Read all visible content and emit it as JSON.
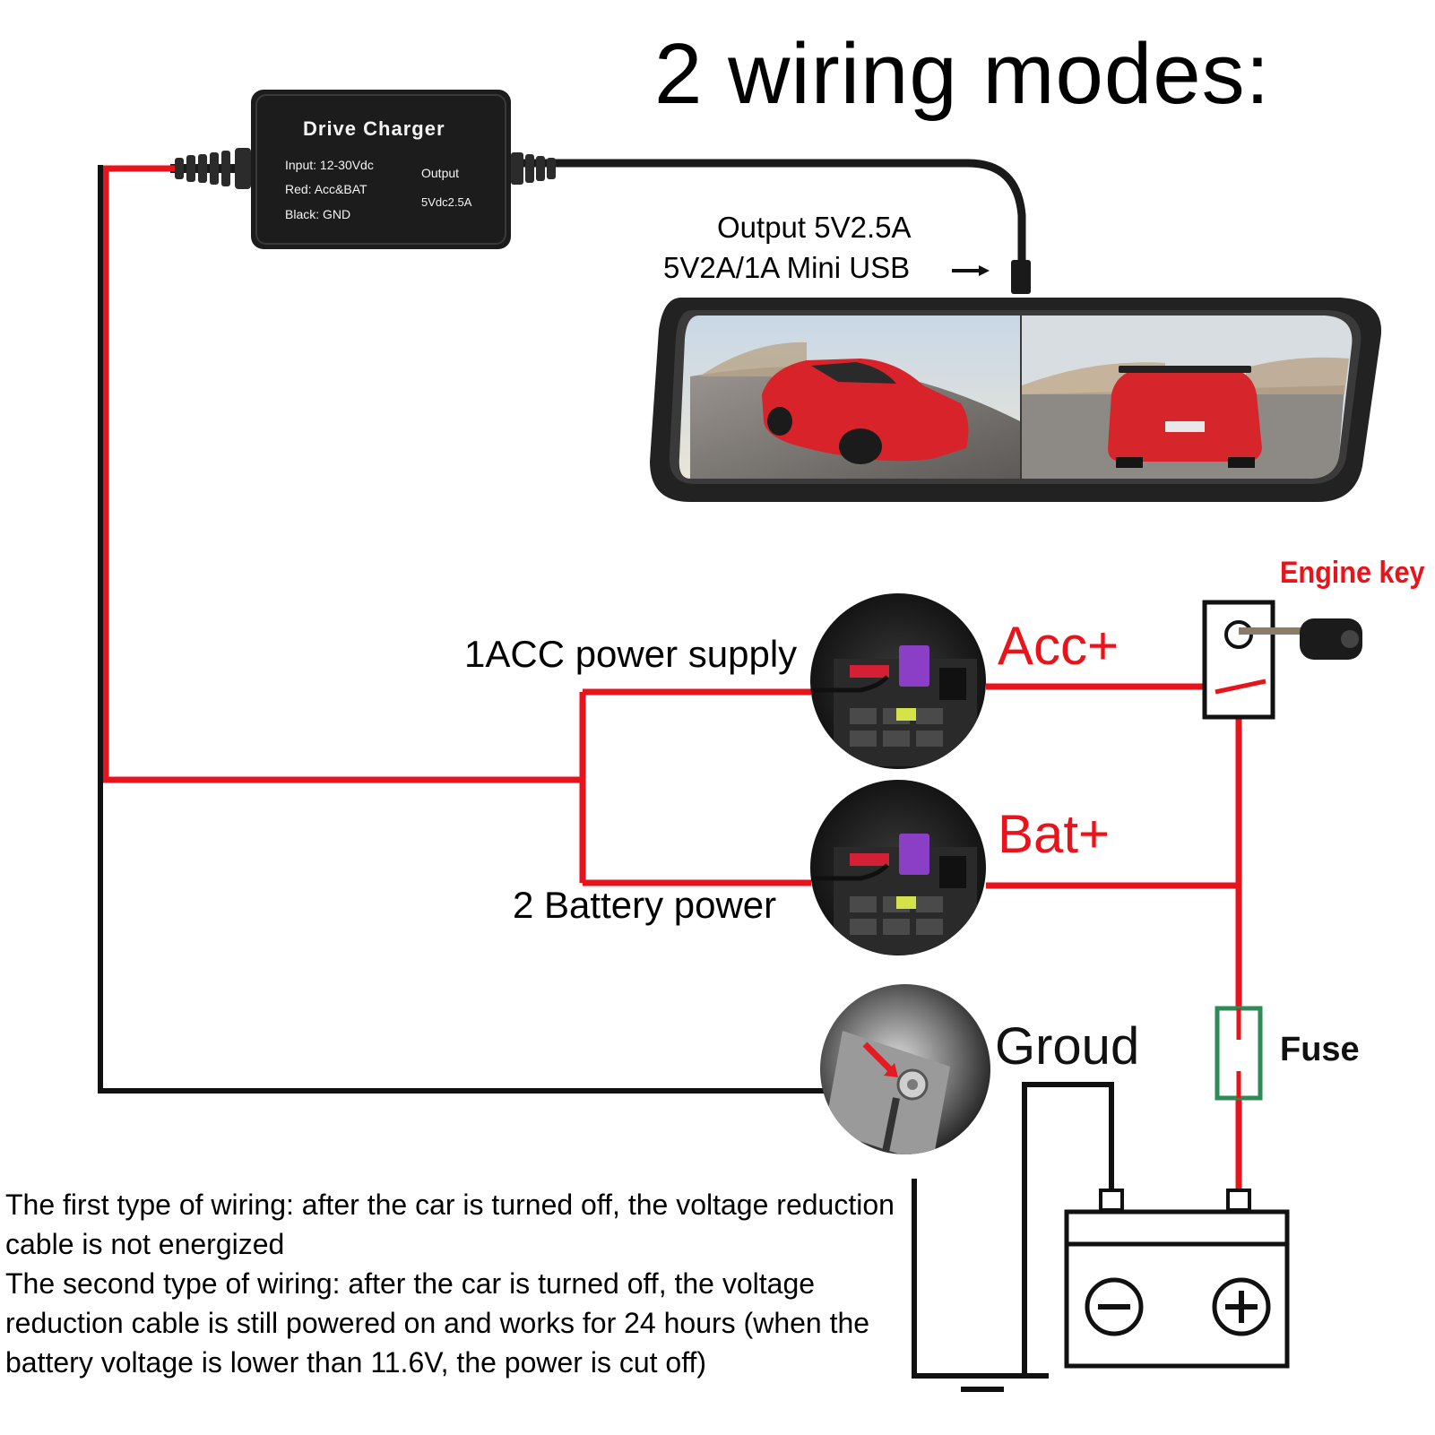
{
  "title": "2 wiring modes:",
  "charger": {
    "name": "Drive Charger",
    "input": "Input: 12-30Vdc",
    "red": "Red: Acc&BAT",
    "black": "Black: GND",
    "output_label": "Output",
    "output_value": "5Vdc2.5A"
  },
  "output_note": {
    "line1": "Output 5V2.5A",
    "line2": "5V2A/1A Mini USB"
  },
  "labels": {
    "acc_supply": "1ACC power supply",
    "battery_power": "2 Battery power",
    "acc_plus": "Acc+",
    "bat_plus": "Bat+",
    "engine_key": "Engine key",
    "ground": "Groud",
    "fuse": "Fuse"
  },
  "description": {
    "line1": "The first type of wiring: after the car is turned off, the voltage reduction cable is not energized",
    "line2": "The second type of wiring: after the car is turned off, the voltage reduction cable is still powered on and works for 24 hours (when the battery voltage is lower than 11.6V, the power is cut off)"
  },
  "colors": {
    "power_wire": "#e8141b",
    "ground_wire": "#111111",
    "fuse": "#2e8b57",
    "charger_body": "#1c1c1c"
  }
}
